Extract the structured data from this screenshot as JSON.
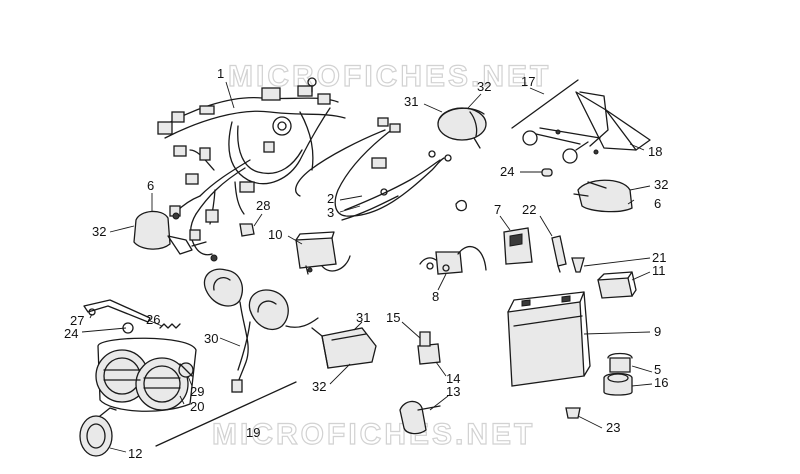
{
  "watermark": {
    "text": "MICROFICHES.NET"
  },
  "callouts": [
    {
      "id": "c1",
      "label": "1"
    },
    {
      "id": "c32a",
      "label": "32"
    },
    {
      "id": "c31a",
      "label": "31"
    },
    {
      "id": "c17",
      "label": "17"
    },
    {
      "id": "c18",
      "label": "18"
    },
    {
      "id": "c24a",
      "label": "24"
    },
    {
      "id": "c32b",
      "label": "32"
    },
    {
      "id": "c6a",
      "label": "6"
    },
    {
      "id": "c6b",
      "label": "6"
    },
    {
      "id": "c32c",
      "label": "32"
    },
    {
      "id": "c28",
      "label": "28"
    },
    {
      "id": "c2",
      "label": "2"
    },
    {
      "id": "c3",
      "label": "3"
    },
    {
      "id": "c10",
      "label": "10"
    },
    {
      "id": "c7",
      "label": "7"
    },
    {
      "id": "c22",
      "label": "22"
    },
    {
      "id": "c21",
      "label": "21"
    },
    {
      "id": "c11",
      "label": "11"
    },
    {
      "id": "c8",
      "label": "8"
    },
    {
      "id": "c27",
      "label": "27"
    },
    {
      "id": "c26",
      "label": "26"
    },
    {
      "id": "c24b",
      "label": "24"
    },
    {
      "id": "c30",
      "label": "30"
    },
    {
      "id": "c31b",
      "label": "31"
    },
    {
      "id": "c15",
      "label": "15"
    },
    {
      "id": "c9",
      "label": "9"
    },
    {
      "id": "c32d",
      "label": "32"
    },
    {
      "id": "c14",
      "label": "14"
    },
    {
      "id": "c13",
      "label": "13"
    },
    {
      "id": "c5",
      "label": "5"
    },
    {
      "id": "c16",
      "label": "16"
    },
    {
      "id": "c29",
      "label": "29"
    },
    {
      "id": "c20",
      "label": "20"
    },
    {
      "id": "c19",
      "label": "19"
    },
    {
      "id": "c12",
      "label": "12"
    },
    {
      "id": "c23",
      "label": "23"
    }
  ]
}
